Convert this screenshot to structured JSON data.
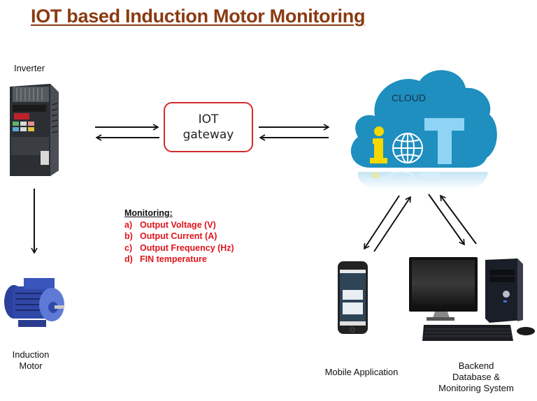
{
  "title": "IOT based Induction Motor Monitoring",
  "nodes": {
    "inverter": {
      "label": "Inverter",
      "icon": "inverter-device-icon"
    },
    "gateway": {
      "line1": "IOT",
      "line2": "gateway"
    },
    "cloud": {
      "label": "CLOUD",
      "icon": "iot-cloud-icon",
      "letters": [
        "i",
        "T"
      ],
      "colors": {
        "cloud": "#1e8fbf",
        "i": "#f5d800",
        "T": "#8fd3f5"
      }
    },
    "motor": {
      "line1": "Induction",
      "line2": "Motor",
      "icon": "induction-motor-icon"
    },
    "mobile": {
      "label": "Mobile Application",
      "icon": "smartphone-icon"
    },
    "backend": {
      "line1": "Backend",
      "line2": "Database &",
      "line3": "Monitoring System",
      "icon": "desktop-computer-icon"
    }
  },
  "monitoring": {
    "heading": "Monitoring:",
    "items": [
      {
        "key": "a)",
        "text": "Output Voltage (V)"
      },
      {
        "key": "b)",
        "text": "Output Current (A)"
      },
      {
        "key": "c)",
        "text": "Output Frequency (Hz)"
      },
      {
        "key": "d)",
        "text": "FIN temperature"
      }
    ],
    "color": "#e0141c"
  },
  "colors": {
    "title": "#8b3a12",
    "gateway_border": "#d42a2a"
  }
}
